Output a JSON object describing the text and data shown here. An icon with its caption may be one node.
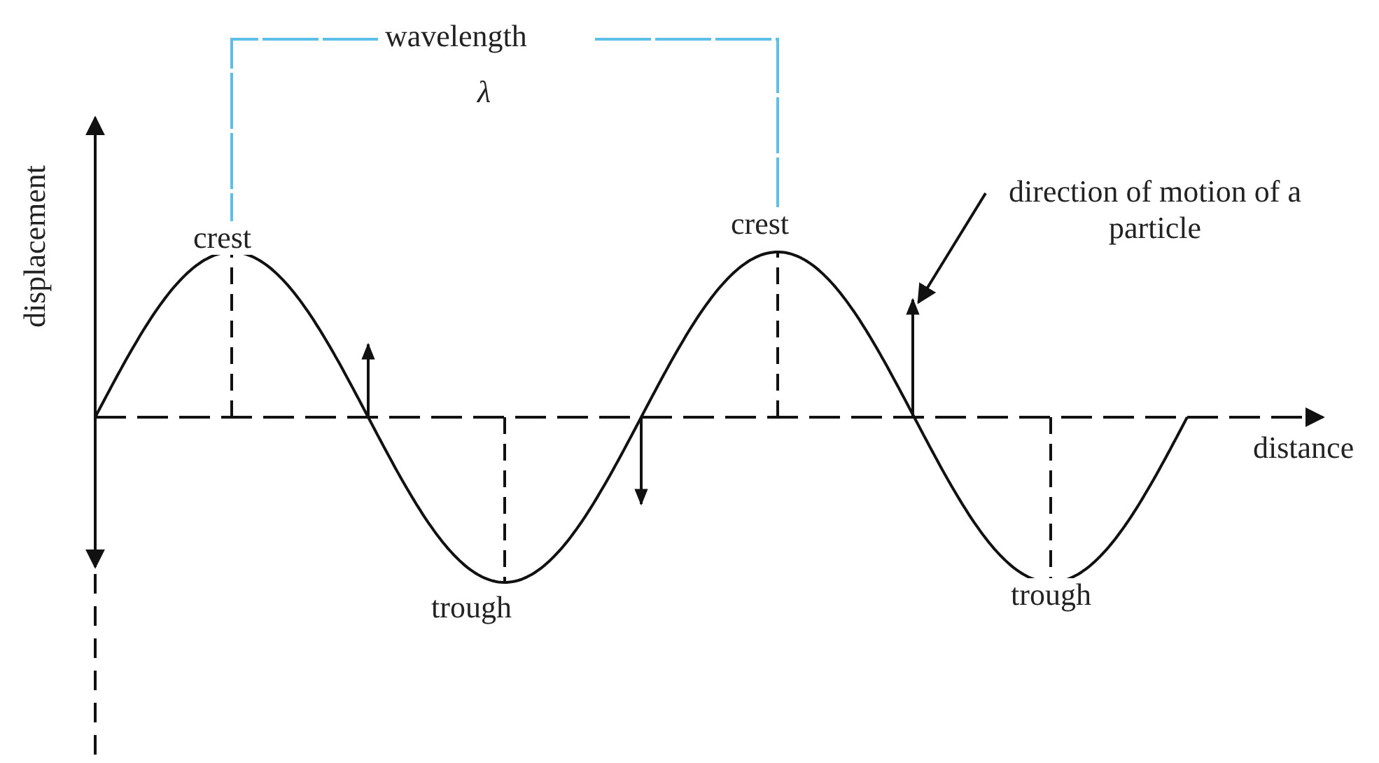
{
  "diagram": {
    "nodes": [
      {
        "text": [
          "direction of motion of a particle"
        ]
      },
      {
        "text": [],
        "shape": "arrow"
      }
    ],
    "edges": [
      {
        "from": 0,
        "to": 1,
        "arrow": "to"
      }
    ],
    "labels": [
      "wavelength",
      "λ",
      "displacement",
      "crest",
      "crest",
      "distance",
      "trough",
      "trough"
    ]
  }
}
